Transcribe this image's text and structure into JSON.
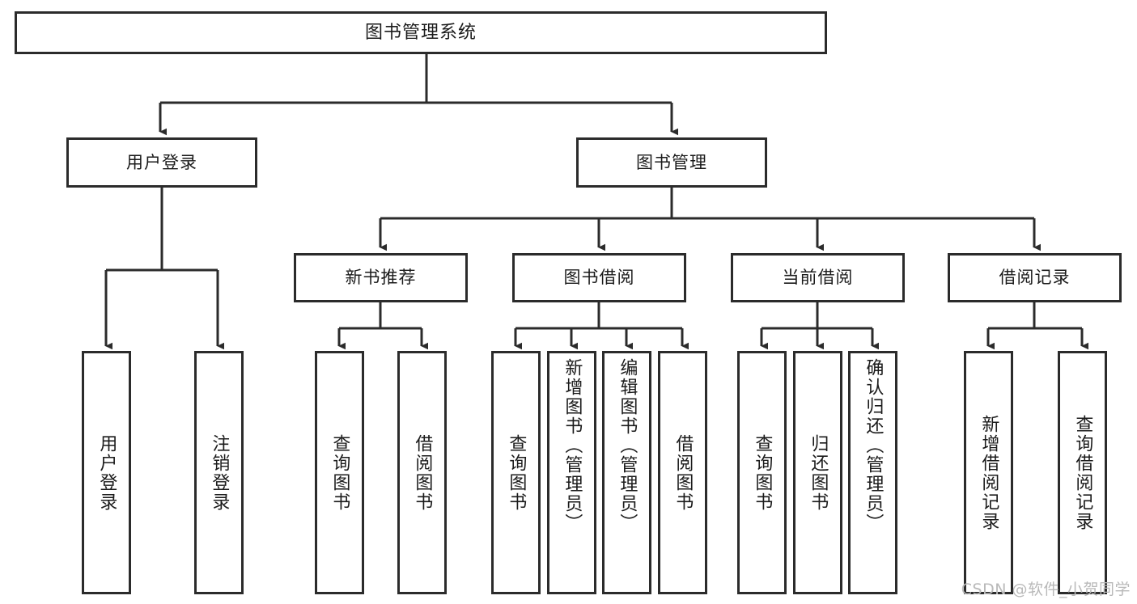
{
  "diagram": {
    "title": "图书管理系统",
    "watermark": "CSDN @软件_小贺同学",
    "stroke_color": "#2b2b2b",
    "fill_color": "#ffffff",
    "watermark_color": "#b9b9b9"
  },
  "nodes": {
    "root": {
      "label": "图书管理系统"
    },
    "level2": [
      {
        "label": "用户登录"
      },
      {
        "label": "图书管理"
      }
    ],
    "level3": [
      {
        "label": "新书推荐"
      },
      {
        "label": "图书借阅"
      },
      {
        "label": "当前借阅"
      },
      {
        "label": "借阅记录"
      }
    ],
    "leaves": {
      "user_login": [
        {
          "label": "用户登录"
        },
        {
          "label": "注销登录"
        }
      ],
      "new_book_recommend": [
        {
          "label": "查询图书"
        },
        {
          "label": "借阅图书"
        }
      ],
      "book_borrow": [
        {
          "label": "查询图书"
        },
        {
          "label": "新增图书（管理员）"
        },
        {
          "label": "编辑图书（管理员）"
        },
        {
          "label": "借阅图书"
        }
      ],
      "current_borrow": [
        {
          "label": "查询图书"
        },
        {
          "label": "归还图书"
        },
        {
          "label": "确认归还（管理员）"
        }
      ],
      "borrow_records": [
        {
          "label": "新增借阅记录"
        },
        {
          "label": "查询借阅记录"
        }
      ]
    }
  }
}
